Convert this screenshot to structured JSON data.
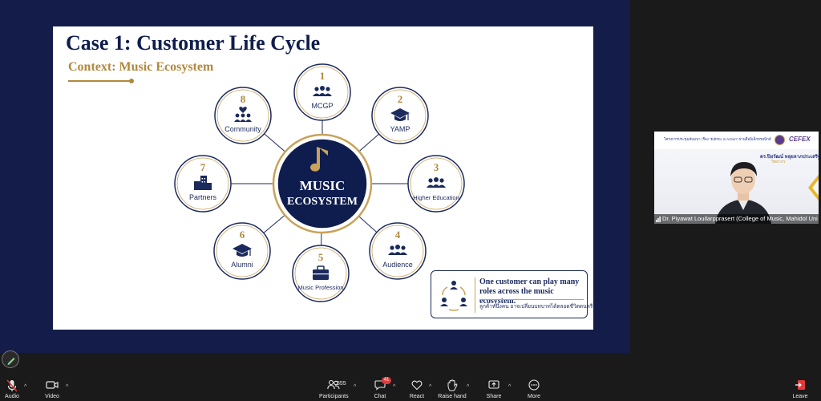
{
  "slide": {
    "title": "Case 1: Customer Life Cycle",
    "subtitle": "Context: Music Ecosystem",
    "hub": {
      "line1": "MUSIC",
      "line2": "ECOSYSTEM"
    },
    "nodes": [
      {
        "number": "1",
        "label": "MCGP",
        "icon": "users-group-icon"
      },
      {
        "number": "2",
        "label": "YAMP",
        "icon": "graduation-cap-icon"
      },
      {
        "number": "3",
        "label": "Higher Education",
        "icon": "users-group-icon"
      },
      {
        "number": "4",
        "label": "Audience",
        "icon": "users-group-icon"
      },
      {
        "number": "5",
        "label": "Music Profession",
        "icon": "briefcase-icon"
      },
      {
        "number": "6",
        "label": "Alumni",
        "icon": "graduation-cap-icon"
      },
      {
        "number": "7",
        "label": "Partners",
        "icon": "buildings-icon"
      },
      {
        "number": "8",
        "label": "Community",
        "icon": "heart-users-icon"
      }
    ],
    "callout": {
      "text": "One customer can play many roles across the music ecosystem.",
      "thai": "ลูกค้าหนึ่งคน อาจเปลี่ยนบทบาทได้ตลอดชีวิตดนตรี"
    }
  },
  "speaker": {
    "header_text": "โครงการประชุมสัมมนา เรื่อง \"EdPEx in Action\" ผ่านสื่ออิเล็กทรอนิกส์",
    "logo_text": "CEFEX",
    "name_thai": "ดร.ปิยวัฒน์ หลุยลาภประเสริฐ",
    "role_thai": "วิทยากร",
    "label": "Dr. Piyawat Louilarpprasert (College of Music, Mahidol Uni"
  },
  "toolbar": {
    "audio": "Audio",
    "video": "Video",
    "participants": "Participants",
    "participants_count": "555",
    "chat": "Chat",
    "chat_badge": "41",
    "react": "React",
    "raise_hand": "Raise hand",
    "share": "Share",
    "more": "More",
    "leave": "Leave"
  },
  "colors": {
    "navy": "#0f1d4e",
    "gold": "#b0893d",
    "frame": "#141c4a",
    "leave": "#e03a3a"
  }
}
